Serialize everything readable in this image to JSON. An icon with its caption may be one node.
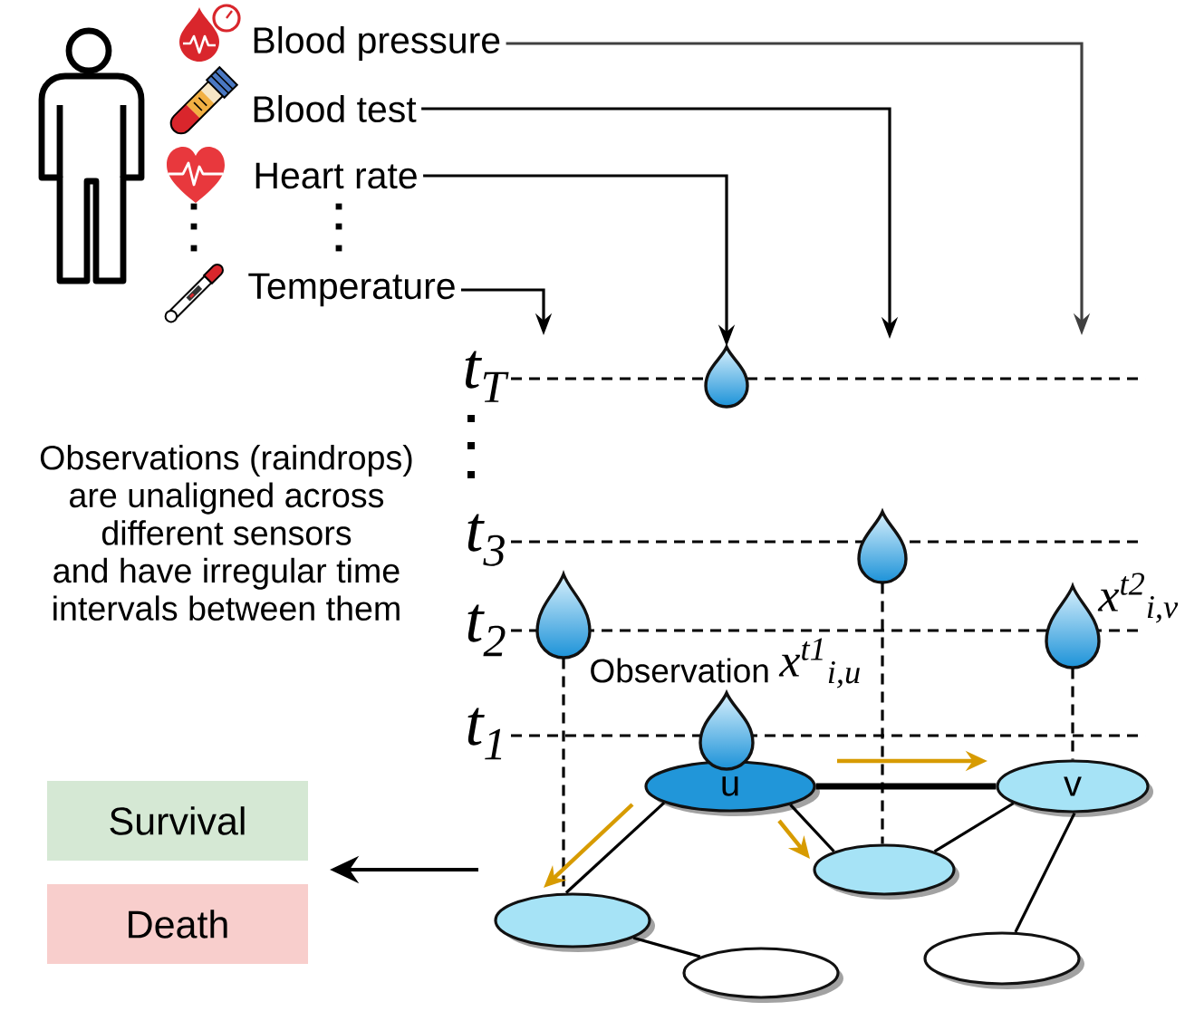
{
  "diagram": {
    "nodes": [
      {
        "text": [
          "Blood pressure"
        ]
      },
      {
        "text": [
          "Blood test"
        ]
      },
      {
        "text": [
          "Heart rate"
        ]
      },
      {
        "text": [
          "Temperature"
        ]
      },
      {
        "text": [],
        "shape": "drop"
      },
      {
        "text": [],
        "shape": "drop"
      },
      {
        "text": [],
        "shape": "drop"
      },
      {
        "text": [],
        "shape": "drop",
        "beside": [
          "x$^{t2}$$_{i,v}$"
        ]
      },
      {
        "text": [],
        "shape": "drop",
        "beside": [
          "Observation",
          "x$^{t1}$$_{i,u}$"
        ]
      },
      {
        "text": [
          "u"
        ]
      },
      {
        "text": [
          "v"
        ]
      },
      {
        "text": [
          "Survival"
        ]
      },
      {
        "text": [
          "Death"
        ]
      },
      {
        "text": [],
        "shape": "ellipse"
      },
      {
        "text": [],
        "shape": "ellipse"
      },
      {
        "text": [],
        "shape": "ellipse"
      },
      {
        "text": [],
        "shape": "ellipse"
      }
    ],
    "edges": [
      {
        "from": 0,
        "to": null,
        "arrow": "to",
        "color": "#404040"
      },
      {
        "from": 1,
        "to": null,
        "arrow": "to"
      },
      {
        "from": 2,
        "to": 4,
        "arrow": "to"
      },
      {
        "from": 3,
        "to": null,
        "arrow": "to"
      },
      {
        "from": 9,
        "to": 10,
        "arrow": "none",
        "style": "thick"
      },
      {
        "from": 9,
        "to": 14,
        "arrow": "none"
      },
      {
        "from": 9,
        "to": 13,
        "arrow": "none"
      },
      {
        "from": 13,
        "to": 10,
        "arrow": "none"
      },
      {
        "from": 14,
        "to": 16,
        "arrow": "none"
      },
      {
        "from": 10,
        "to": 15,
        "arrow": "none"
      },
      {
        "from": 6,
        "to": 14,
        "arrow": "none",
        "style": "dashed"
      },
      {
        "from": 5,
        "to": 13,
        "arrow": "none",
        "style": "dashed"
      },
      {
        "from": 7,
        "to": 10,
        "arrow": "none",
        "style": "dashed"
      }
    ],
    "labels": [
      "t$_{T}$",
      "Observations (raindrops) are unaligned across different sensors and have irregular time intervals between them",
      "t$_{3}$",
      "t$_{2}$",
      "t$_{1}$"
    ]
  }
}
